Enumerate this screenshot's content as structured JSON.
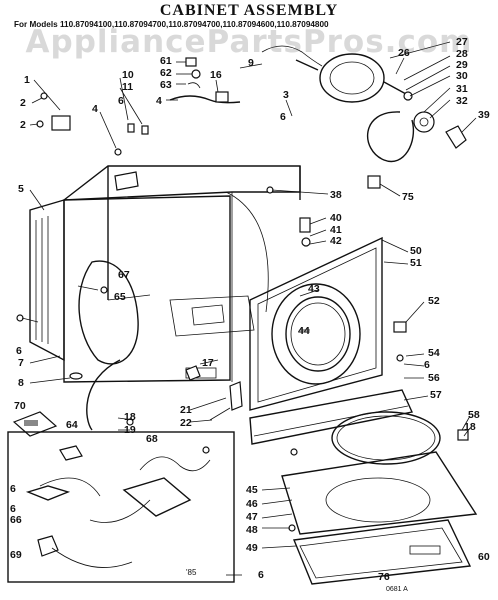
{
  "title": "CABINET ASSEMBLY",
  "models_line": "For Models 110.87094100,110.87094700,110.87094700,110.87094600,110.87094800",
  "watermark": "AppliancePartsPros.com",
  "inset_label": "'85",
  "diagram_code": "0681 A",
  "callouts": [
    {
      "id": "1"
    },
    {
      "id": "2"
    },
    {
      "id": "2"
    },
    {
      "id": "3"
    },
    {
      "id": "4"
    },
    {
      "id": "4"
    },
    {
      "id": "5"
    },
    {
      "id": "6"
    },
    {
      "id": "6"
    },
    {
      "id": "6"
    },
    {
      "id": "6"
    },
    {
      "id": "6"
    },
    {
      "id": "6"
    },
    {
      "id": "6"
    },
    {
      "id": "7"
    },
    {
      "id": "8"
    },
    {
      "id": "9"
    },
    {
      "id": "10"
    },
    {
      "id": "11"
    },
    {
      "id": "16"
    },
    {
      "id": "17"
    },
    {
      "id": "18"
    },
    {
      "id": "18"
    },
    {
      "id": "19"
    },
    {
      "id": "21"
    },
    {
      "id": "22"
    },
    {
      "id": "26"
    },
    {
      "id": "27"
    },
    {
      "id": "28"
    },
    {
      "id": "29"
    },
    {
      "id": "30"
    },
    {
      "id": "31"
    },
    {
      "id": "32"
    },
    {
      "id": "38"
    },
    {
      "id": "39"
    },
    {
      "id": "40"
    },
    {
      "id": "41"
    },
    {
      "id": "42"
    },
    {
      "id": "43"
    },
    {
      "id": "44"
    },
    {
      "id": "45"
    },
    {
      "id": "46"
    },
    {
      "id": "47"
    },
    {
      "id": "48"
    },
    {
      "id": "49"
    },
    {
      "id": "50"
    },
    {
      "id": "51"
    },
    {
      "id": "52"
    },
    {
      "id": "54"
    },
    {
      "id": "56"
    },
    {
      "id": "57"
    },
    {
      "id": "58"
    },
    {
      "id": "60"
    },
    {
      "id": "61"
    },
    {
      "id": "62"
    },
    {
      "id": "63"
    },
    {
      "id": "64"
    },
    {
      "id": "65"
    },
    {
      "id": "66"
    },
    {
      "id": "67"
    },
    {
      "id": "68"
    },
    {
      "id": "69"
    },
    {
      "id": "70"
    },
    {
      "id": "75"
    },
    {
      "id": "76"
    }
  ]
}
